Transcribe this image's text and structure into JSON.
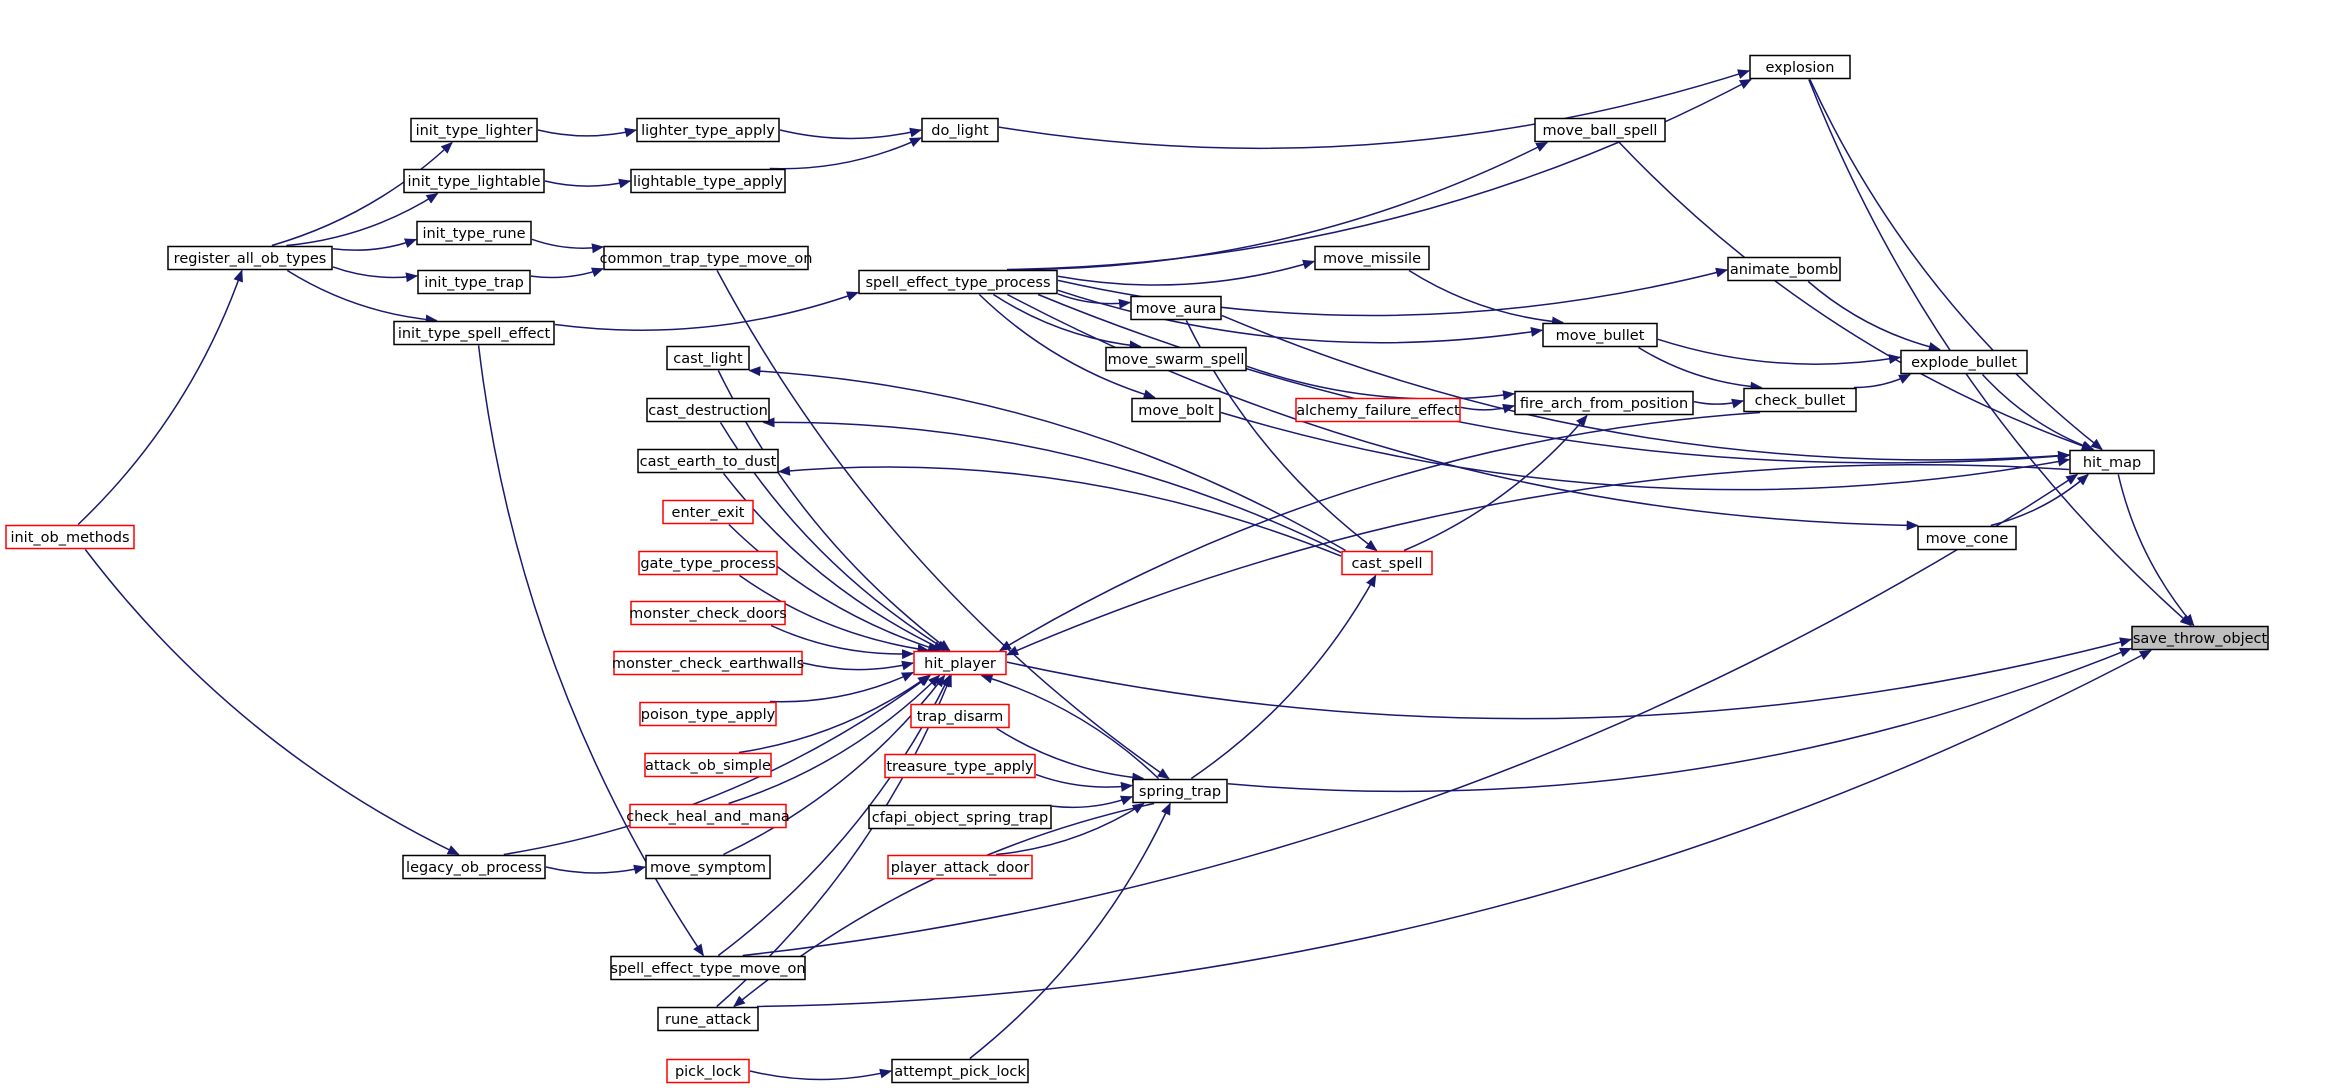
{
  "graph": {
    "root": "save_throw_object",
    "colors": {
      "edge": "#191970",
      "node_border": "#000000",
      "incomplete_border": "#ff0000",
      "root_fill": "#bfbfbf"
    },
    "nodes": [
      {
        "id": "save_throw_object",
        "label": "save_throw_object",
        "style": "root"
      },
      {
        "id": "hit_map",
        "label": "hit_map",
        "style": "normal"
      },
      {
        "id": "explosion",
        "label": "explosion",
        "style": "normal"
      },
      {
        "id": "move_ball_spell",
        "label": "move_ball_spell",
        "style": "normal"
      },
      {
        "id": "animate_bomb",
        "label": "animate_bomb",
        "style": "normal"
      },
      {
        "id": "explode_bullet",
        "label": "explode_bullet",
        "style": "normal"
      },
      {
        "id": "check_bullet",
        "label": "check_bullet",
        "style": "normal"
      },
      {
        "id": "move_bullet",
        "label": "move_bullet",
        "style": "normal"
      },
      {
        "id": "move_missile",
        "label": "move_missile",
        "style": "normal"
      },
      {
        "id": "move_cone",
        "label": "move_cone",
        "style": "normal"
      },
      {
        "id": "fire_arch_from_position",
        "label": "fire_arch_from_position",
        "style": "normal"
      },
      {
        "id": "alchemy_failure_effect",
        "label": "alchemy_failure_effect",
        "style": "incomplete"
      },
      {
        "id": "do_light",
        "label": "do_light",
        "style": "normal"
      },
      {
        "id": "lighter_type_apply",
        "label": "lighter_type_apply",
        "style": "normal"
      },
      {
        "id": "lightable_type_apply",
        "label": "lightable_type_apply",
        "style": "normal"
      },
      {
        "id": "init_type_lighter",
        "label": "init_type_lighter",
        "style": "normal"
      },
      {
        "id": "init_type_lightable",
        "label": "init_type_lightable",
        "style": "normal"
      },
      {
        "id": "init_type_rune",
        "label": "init_type_rune",
        "style": "normal"
      },
      {
        "id": "init_type_trap",
        "label": "init_type_trap",
        "style": "normal"
      },
      {
        "id": "init_type_spell_effect",
        "label": "init_type_spell_effect",
        "style": "normal"
      },
      {
        "id": "register_all_ob_types",
        "label": "register_all_ob_types",
        "style": "normal"
      },
      {
        "id": "init_ob_methods",
        "label": "init_ob_methods",
        "style": "incomplete"
      },
      {
        "id": "common_trap_type_move_on",
        "label": "common_trap_type_move_on",
        "style": "normal"
      },
      {
        "id": "spell_effect_type_process",
        "label": "spell_effect_type_process",
        "style": "normal"
      },
      {
        "id": "move_aura",
        "label": "move_aura",
        "style": "normal"
      },
      {
        "id": "move_swarm_spell",
        "label": "move_swarm_spell",
        "style": "normal"
      },
      {
        "id": "move_bolt",
        "label": "move_bolt",
        "style": "normal"
      },
      {
        "id": "cast_spell",
        "label": "cast_spell",
        "style": "incomplete"
      },
      {
        "id": "hit_player",
        "label": "hit_player",
        "style": "incomplete"
      },
      {
        "id": "cast_light",
        "label": "cast_light",
        "style": "normal"
      },
      {
        "id": "cast_destruction",
        "label": "cast_destruction",
        "style": "normal"
      },
      {
        "id": "cast_earth_to_dust",
        "label": "cast_earth_to_dust",
        "style": "normal"
      },
      {
        "id": "enter_exit",
        "label": "enter_exit",
        "style": "incomplete"
      },
      {
        "id": "gate_type_process",
        "label": "gate_type_process",
        "style": "incomplete"
      },
      {
        "id": "monster_check_doors",
        "label": "monster_check_doors",
        "style": "incomplete"
      },
      {
        "id": "monster_check_earthwalls",
        "label": "monster_check_earthwalls",
        "style": "incomplete"
      },
      {
        "id": "poison_type_apply",
        "label": "poison_type_apply",
        "style": "incomplete"
      },
      {
        "id": "attack_ob_simple",
        "label": "attack_ob_simple",
        "style": "incomplete"
      },
      {
        "id": "check_heal_and_mana",
        "label": "check_heal_and_mana",
        "style": "incomplete"
      },
      {
        "id": "move_symptom",
        "label": "move_symptom",
        "style": "normal"
      },
      {
        "id": "legacy_ob_process",
        "label": "legacy_ob_process",
        "style": "normal"
      },
      {
        "id": "spell_effect_type_move_on",
        "label": "spell_effect_type_move_on",
        "style": "normal"
      },
      {
        "id": "rune_attack",
        "label": "rune_attack",
        "style": "normal"
      },
      {
        "id": "pick_lock",
        "label": "pick_lock",
        "style": "incomplete"
      },
      {
        "id": "attempt_pick_lock",
        "label": "attempt_pick_lock",
        "style": "normal"
      },
      {
        "id": "spring_trap",
        "label": "spring_trap",
        "style": "normal"
      },
      {
        "id": "trap_disarm",
        "label": "trap_disarm",
        "style": "incomplete"
      },
      {
        "id": "treasure_type_apply",
        "label": "treasure_type_apply",
        "style": "incomplete"
      },
      {
        "id": "cfapi_object_spring_trap",
        "label": "cfapi_object_spring_trap",
        "style": "normal"
      },
      {
        "id": "player_attack_door",
        "label": "player_attack_door",
        "style": "incomplete"
      }
    ],
    "edges": [
      [
        "hit_map",
        "save_throw_object"
      ],
      [
        "explosion",
        "save_throw_object"
      ],
      [
        "hit_player",
        "save_throw_object"
      ],
      [
        "spring_trap",
        "save_throw_object"
      ],
      [
        "rune_attack",
        "save_throw_object"
      ],
      [
        "explosion",
        "hit_map"
      ],
      [
        "move_ball_spell",
        "hit_map"
      ],
      [
        "explode_bullet",
        "hit_map"
      ],
      [
        "move_cone",
        "hit_map"
      ],
      [
        "move_bolt",
        "hit_map"
      ],
      [
        "spell_effect_type_process",
        "hit_map"
      ],
      [
        "move_aura",
        "hit_map"
      ],
      [
        "spell_effect_type_move_on",
        "hit_map"
      ],
      [
        "do_light",
        "explosion"
      ],
      [
        "spell_effect_type_process",
        "explosion"
      ],
      [
        "spell_effect_type_process",
        "move_ball_spell"
      ],
      [
        "spell_effect_type_process",
        "animate_bomb"
      ],
      [
        "animate_bomb",
        "explode_bullet"
      ],
      [
        "move_bullet",
        "explode_bullet"
      ],
      [
        "check_bullet",
        "explode_bullet"
      ],
      [
        "move_bullet",
        "check_bullet"
      ],
      [
        "fire_arch_from_position",
        "check_bullet"
      ],
      [
        "move_missile",
        "move_bullet"
      ],
      [
        "spell_effect_type_process",
        "move_bullet"
      ],
      [
        "spell_effect_type_process",
        "move_missile"
      ],
      [
        "spell_effect_type_process",
        "move_cone"
      ],
      [
        "move_swarm_spell",
        "fire_arch_from_position"
      ],
      [
        "alchemy_failure_effect",
        "fire_arch_from_position"
      ],
      [
        "cast_spell",
        "fire_arch_from_position"
      ],
      [
        "lighter_type_apply",
        "do_light"
      ],
      [
        "lightable_type_apply",
        "do_light"
      ],
      [
        "init_type_lighter",
        "lighter_type_apply"
      ],
      [
        "init_type_lightable",
        "lightable_type_apply"
      ],
      [
        "register_all_ob_types",
        "init_type_lighter"
      ],
      [
        "register_all_ob_types",
        "init_type_lightable"
      ],
      [
        "register_all_ob_types",
        "init_type_rune"
      ],
      [
        "register_all_ob_types",
        "init_type_trap"
      ],
      [
        "register_all_ob_types",
        "init_type_spell_effect"
      ],
      [
        "init_ob_methods",
        "register_all_ob_types"
      ],
      [
        "init_ob_methods",
        "legacy_ob_process"
      ],
      [
        "init_type_rune",
        "common_trap_type_move_on"
      ],
      [
        "init_type_trap",
        "common_trap_type_move_on"
      ],
      [
        "init_type_spell_effect",
        "spell_effect_type_process"
      ],
      [
        "init_type_spell_effect",
        "spell_effect_type_move_on"
      ],
      [
        "spell_effect_type_process",
        "move_aura"
      ],
      [
        "spell_effect_type_process",
        "move_swarm_spell"
      ],
      [
        "spell_effect_type_process",
        "move_bolt"
      ],
      [
        "move_aura",
        "cast_spell"
      ],
      [
        "spring_trap",
        "cast_spell"
      ],
      [
        "cast_spell",
        "cast_light"
      ],
      [
        "cast_spell",
        "cast_destruction"
      ],
      [
        "cast_spell",
        "cast_earth_to_dust"
      ],
      [
        "hit_map",
        "hit_player"
      ],
      [
        "check_bullet",
        "hit_player"
      ],
      [
        "spring_trap",
        "hit_player"
      ],
      [
        "cast_light",
        "hit_player"
      ],
      [
        "cast_destruction",
        "hit_player"
      ],
      [
        "cast_earth_to_dust",
        "hit_player"
      ],
      [
        "enter_exit",
        "hit_player"
      ],
      [
        "gate_type_process",
        "hit_player"
      ],
      [
        "monster_check_doors",
        "hit_player"
      ],
      [
        "monster_check_earthwalls",
        "hit_player"
      ],
      [
        "poison_type_apply",
        "hit_player"
      ],
      [
        "attack_ob_simple",
        "hit_player"
      ],
      [
        "check_heal_and_mana",
        "hit_player"
      ],
      [
        "move_symptom",
        "hit_player"
      ],
      [
        "legacy_ob_process",
        "hit_player"
      ],
      [
        "spell_effect_type_move_on",
        "hit_player"
      ],
      [
        "rune_attack",
        "hit_player"
      ],
      [
        "legacy_ob_process",
        "move_symptom"
      ],
      [
        "common_trap_type_move_on",
        "spring_trap"
      ],
      [
        "trap_disarm",
        "spring_trap"
      ],
      [
        "treasure_type_apply",
        "spring_trap"
      ],
      [
        "cfapi_object_spring_trap",
        "spring_trap"
      ],
      [
        "player_attack_door",
        "spring_trap"
      ],
      [
        "attempt_pick_lock",
        "spring_trap"
      ],
      [
        "spring_trap",
        "rune_attack"
      ],
      [
        "pick_lock",
        "attempt_pick_lock"
      ]
    ]
  }
}
